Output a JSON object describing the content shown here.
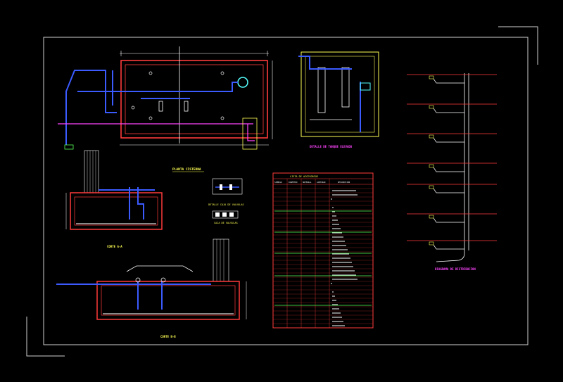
{
  "colors": {
    "background": "#000000",
    "frame": "#cfcfcf",
    "wall": "#ff3b3b",
    "pipe": "#3b5bff",
    "pipe_alt": "#ff44ff",
    "dim": "#ffffff",
    "text": "#ffff55",
    "green": "#55ff55",
    "cyan": "#55ffff"
  },
  "drawing": {
    "plan_title": "PLANTA CISTERNA",
    "section_a_title": "CORTE A-A",
    "section_b_title": "CORTE B-B",
    "valve_box_title": "DETALLE CAJA DE VALVULAS",
    "valve_box_subtitle": "CAJA DE VALVULAS",
    "tank_detail_title": "DETALLE DE TANQUE ELEVADO",
    "riser_title": "DIAGRAMA DE DISTRIBUCION",
    "table_title": "LISTA DE ACCESORIOS"
  },
  "table": {
    "headers": [
      "SIMBOLO",
      "DIAMETRO",
      "MATERIAL",
      "CANTIDAD",
      "DESCRIPCION"
    ]
  },
  "icons": {
    "pump": "pump-icon",
    "valve": "valve-icon",
    "meter": "meter-icon"
  }
}
